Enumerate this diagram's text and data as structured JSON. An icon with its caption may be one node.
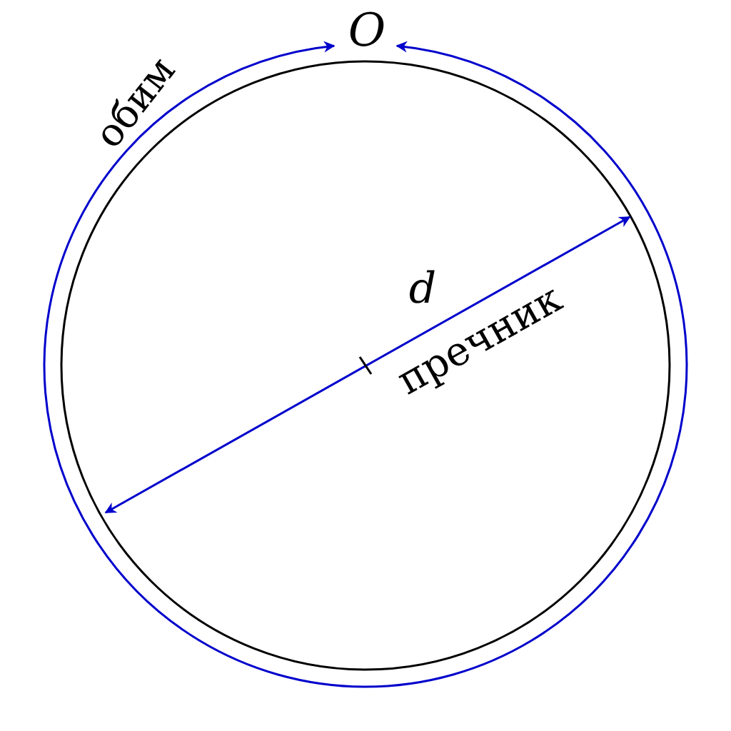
{
  "diagram": {
    "labels": [
      "O",
      "обим",
      "d",
      "пречник"
    ]
  }
}
